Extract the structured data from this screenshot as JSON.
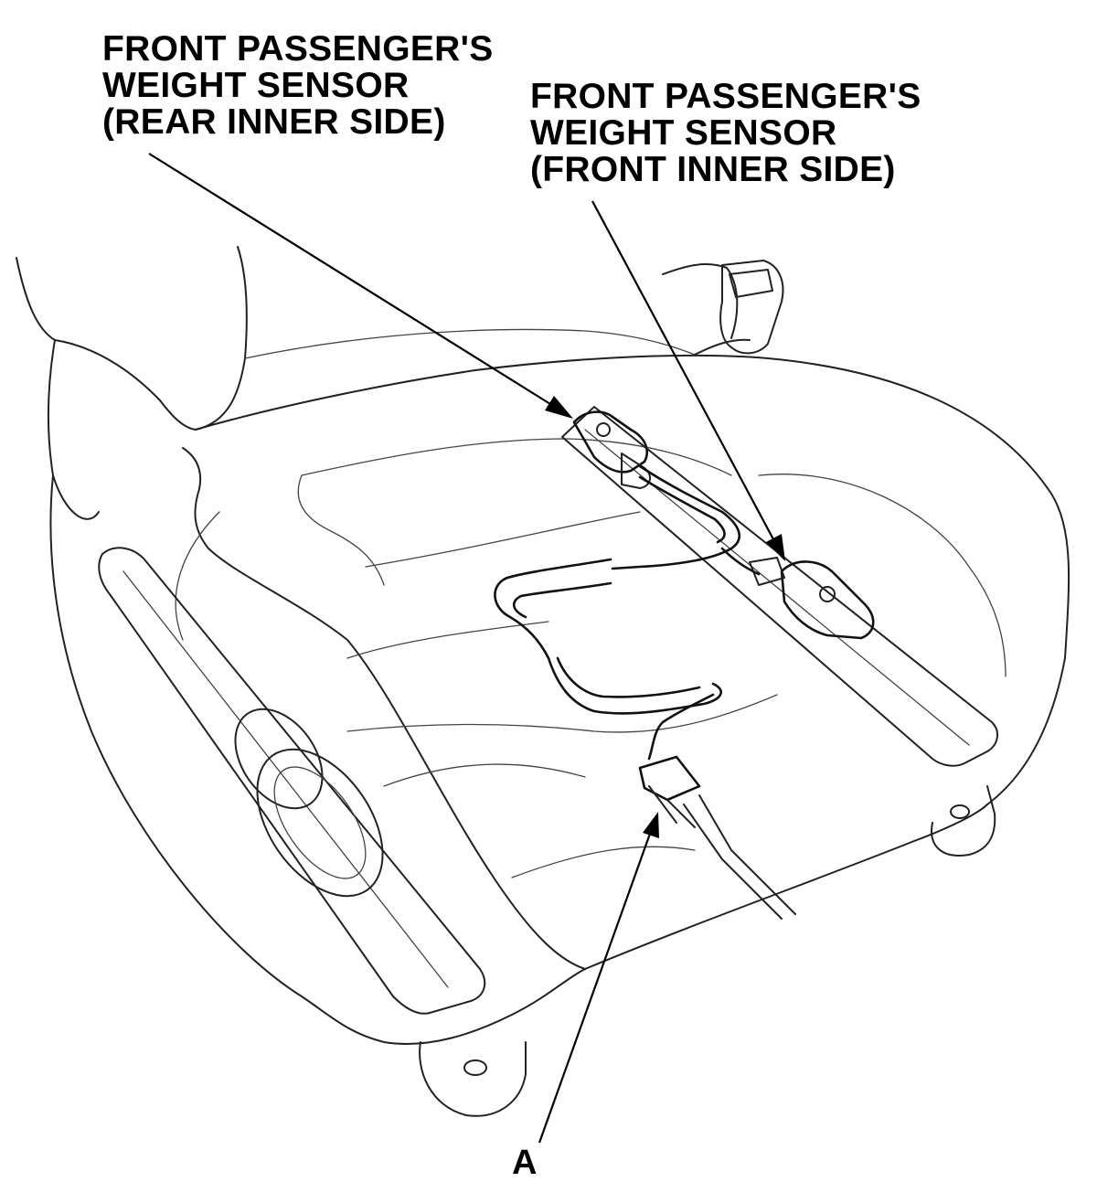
{
  "labels": {
    "rear_sensor": [
      "FRONT PASSENGER'S",
      "WEIGHT SENSOR",
      "(REAR INNER SIDE)"
    ],
    "front_sensor": [
      "FRONT PASSENGER'S",
      "WEIGHT SENSOR",
      "(FRONT INNER SIDE)"
    ],
    "connector": "A"
  },
  "colors": {
    "line": "#000000",
    "background": "#ffffff"
  }
}
